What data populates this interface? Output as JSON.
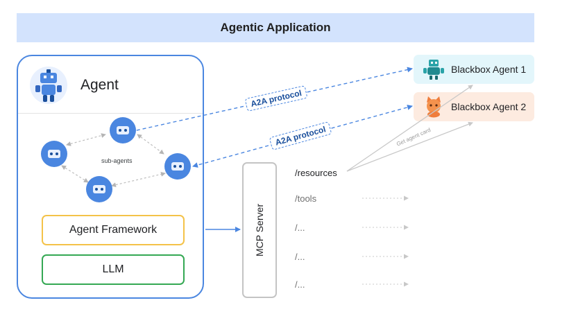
{
  "banner": {
    "title": "Agentic Application"
  },
  "agent": {
    "title": "Agent",
    "sub_agents_label": "sub-agents",
    "framework_label": "Agent Framework",
    "llm_label": "LLM"
  },
  "protocols": {
    "a2a_top": "A2A protocol",
    "a2a_bottom": "A2A protocol"
  },
  "mcp": {
    "label": "MCP Server",
    "resources": [
      "/resources",
      "/tools",
      "/...",
      "/...",
      "/..."
    ]
  },
  "blackbox": {
    "agent1": "Blackbox Agent 1",
    "agent2": "Blackbox Agent 2"
  },
  "annotations": {
    "get_agent_card": "Get agent card"
  },
  "colors": {
    "accent_blue": "#4a86e0",
    "banner_bg": "#d3e3fd",
    "framework_border": "#f4c248",
    "llm_border": "#34a853",
    "agent1_bg": "#e3f6fb",
    "agent2_bg": "#fdebe0"
  },
  "icons": [
    "robot-icon",
    "teal-robot-icon",
    "orange-cat-icon",
    "robot-face-icon"
  ]
}
